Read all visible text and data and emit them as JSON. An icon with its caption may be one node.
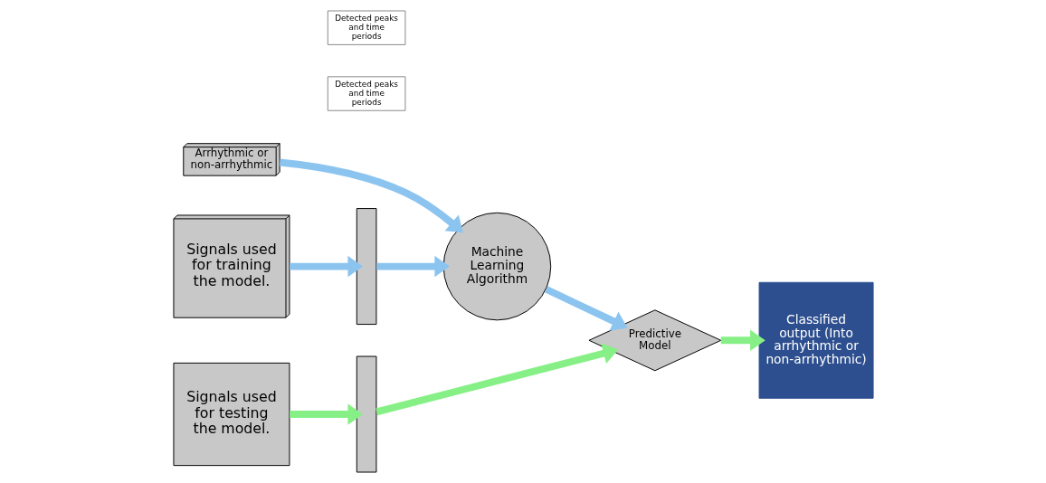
{
  "diagram": {
    "nodes": [
      {
        "text": [
          "Signals used for training the model."
        ]
      },
      {
        "text": [],
        "shape": "bar"
      },
      {
        "text": [
          "Detected peaks and time periods"
        ]
      },
      {
        "text": [
          "Machine Learning Algorithm"
        ]
      },
      {
        "text": [
          "Arrhythmic or non-arrhythmic"
        ]
      },
      {
        "text": [
          "Signals used for testing the model."
        ]
      },
      {
        "text": [],
        "shape": "bar"
      },
      {
        "text": [
          "Detected peaks and time periods"
        ]
      },
      {
        "text": [
          "Predictive Model"
        ]
      },
      {
        "text": [
          "Classified output (Into arrhythmic or non-arrhythmic)"
        ]
      }
    ],
    "edges": [
      {
        "from": 0,
        "to": 1,
        "arrow": "to"
      },
      {
        "from": 1,
        "to": 3,
        "arrow": "to"
      },
      {
        "from": 4,
        "to": 3,
        "arrow": "to"
      },
      {
        "from": 3,
        "to": 8,
        "arrow": "to"
      },
      {
        "from": 5,
        "to": 6,
        "arrow": "to",
        "color": "#86f086"
      },
      {
        "from": 6,
        "to": 8,
        "arrow": "to",
        "color": "#86f086"
      },
      {
        "from": 8,
        "to": 9,
        "arrow": "to",
        "color": "#86f086"
      }
    ]
  }
}
